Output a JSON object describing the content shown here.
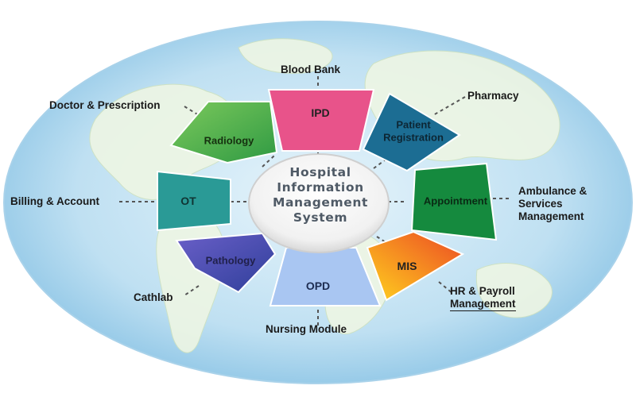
{
  "center": {
    "lines": [
      "Hospital",
      "Information",
      "Management",
      "System"
    ]
  },
  "segments": [
    {
      "id": "ipd",
      "lines": [
        "IPD"
      ]
    },
    {
      "id": "patient-registration",
      "lines": [
        "Patient",
        "Registration"
      ]
    },
    {
      "id": "appointment",
      "lines": [
        "Appointment"
      ]
    },
    {
      "id": "mis",
      "lines": [
        "MIS"
      ]
    },
    {
      "id": "opd",
      "lines": [
        "OPD"
      ]
    },
    {
      "id": "pathology",
      "lines": [
        "Pathology"
      ]
    },
    {
      "id": "ot",
      "lines": [
        "OT"
      ]
    },
    {
      "id": "radiology",
      "lines": [
        "Radiology"
      ]
    }
  ],
  "external": {
    "blood_bank": "Blood Bank",
    "pharmacy": "Pharmacy",
    "doctor_prescription": "Doctor & Prescription",
    "billing_account": "Billing & Account",
    "ambulance": [
      "Ambulance &",
      "Services",
      "Management"
    ],
    "hr_payroll": [
      "HR & Payroll",
      "Management"
    ],
    "cathlab": "Cathlab",
    "nursing": "Nursing Module"
  },
  "colors": {
    "ipd": "#e8538a",
    "patient_registration": "#1c6d93",
    "appointment": "#158a3e",
    "mis_start": "#ffd21e",
    "mis_end": "#ec4a24",
    "opd": "#a9c6f2",
    "pathology": "#4c4aa8",
    "ot": "#2a9a96",
    "radiology": "#5ab54a",
    "globe": "#bfe0f2",
    "text": "#1a1a1a"
  }
}
